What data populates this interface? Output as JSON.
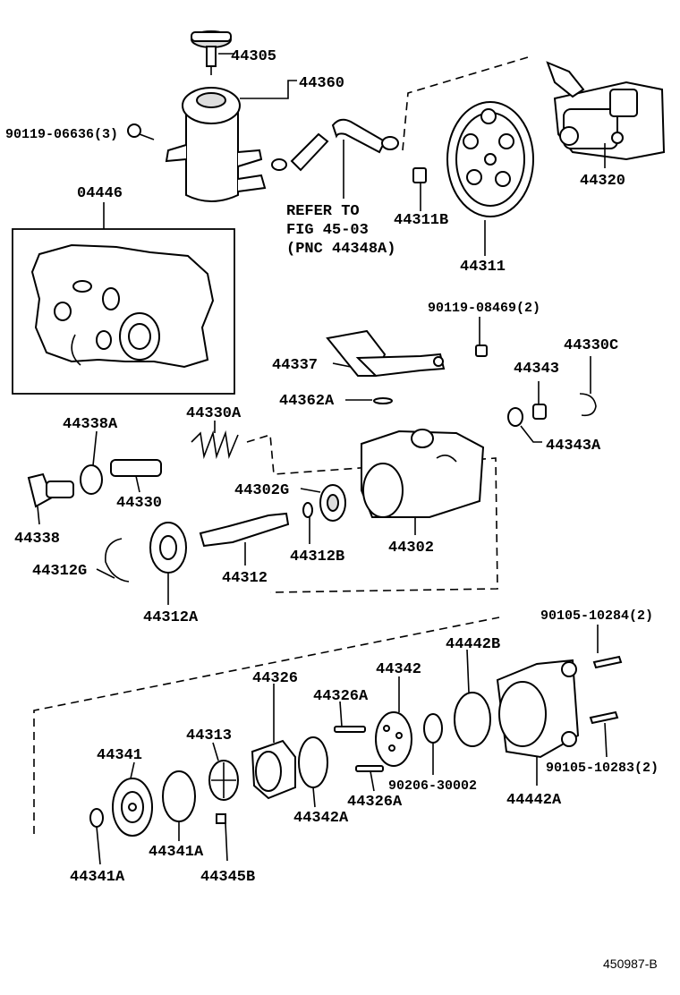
{
  "labels": {
    "p44305": "44305",
    "p44360": "44360",
    "p90119_06636": "90119-06636(3)",
    "p04446": "04446",
    "refer_line1": "REFER TO",
    "refer_line2": "FIG 45-03",
    "refer_line3": "(PNC 44348A)",
    "p44311B": "44311B",
    "p44311": "44311",
    "p44320": "44320",
    "p90119_08469": "90119-08469(2)",
    "p44337": "44337",
    "p44362A": "44362A",
    "p44343": "44343",
    "p44330C": "44330C",
    "p44343A": "44343A",
    "p44338A": "44338A",
    "p44330A": "44330A",
    "p44330": "44330",
    "p44338": "44338",
    "p44302G": "44302G",
    "p44302": "44302",
    "p44312B": "44312B",
    "p44312G": "44312G",
    "p44312": "44312",
    "p44312A": "44312A",
    "p90105_10284": "90105-10284(2)",
    "p44442B": "44442B",
    "p44326": "44326",
    "p44342": "44342",
    "p44326A_top": "44326A",
    "p44341": "44341",
    "p44313": "44313",
    "p90105_10283": "90105-10283(2)",
    "p90206_30002": "90206-30002",
    "p44442A": "44442A",
    "p44342A": "44342A",
    "p44326A_bottom": "44326A",
    "p44341A_mid": "44341A",
    "p44345B": "44345B",
    "p44341A_left": "44341A"
  },
  "reference_number": "450987-B"
}
